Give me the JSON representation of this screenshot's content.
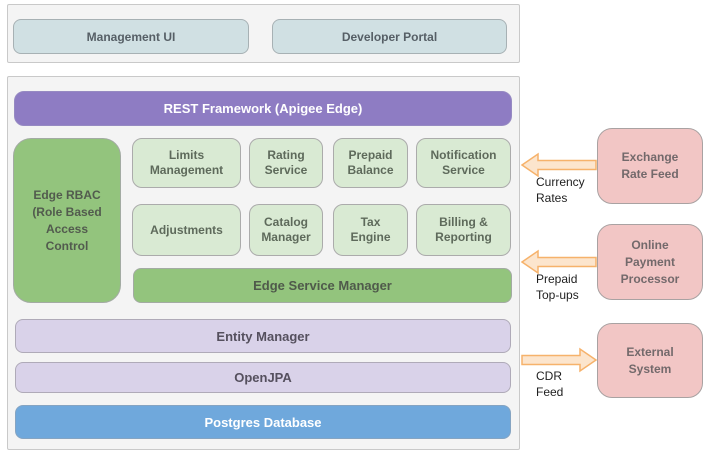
{
  "top_panel": {
    "management_ui": "Management UI",
    "developer_portal": "Developer Portal"
  },
  "main_panel": {
    "rest_framework": "REST Framework (Apigee Edge)",
    "edge_rbac": "Edge RBAC\n(Role Based\nAccess\nControl",
    "services_row1": [
      "Limits\nManagement",
      "Rating\nService",
      "Prepaid\nBalance",
      "Notification\nService"
    ],
    "services_row2": [
      "Adjustments",
      "Catalog\nManager",
      "Tax\nEngine",
      "Billing &\nReporting"
    ],
    "edge_service_manager": "Edge Service Manager",
    "entity_manager": "Entity Manager",
    "openjpa": "OpenJPA",
    "postgres_database": "Postgres Database"
  },
  "external_systems": [
    {
      "label": "Exchange\nRate Feed",
      "flow_label": "Currency\nRates",
      "flow_direction": "into-edge"
    },
    {
      "label": "Online\nPayment\nProcessor",
      "flow_label": "Prepaid\nTop-ups",
      "flow_direction": "into-edge"
    },
    {
      "label": "External\nSystem",
      "flow_label": "CDR\nFeed",
      "flow_direction": "out-of-edge"
    }
  ],
  "colors": {
    "client_box": "#D0E0E3",
    "rest_framework_bar": "#8E7CC3",
    "green_strong": "#93C47D",
    "green_light": "#D9EAD3",
    "lavender": "#D9D2E9",
    "database_blue": "#6FA8DC",
    "external_pink": "#F2C6C5",
    "arrow_fill": "#FCE5CD",
    "arrow_stroke": "#F6B26B",
    "panel_background": "#F4F4F4",
    "border_gray": "#A9A9A9"
  }
}
